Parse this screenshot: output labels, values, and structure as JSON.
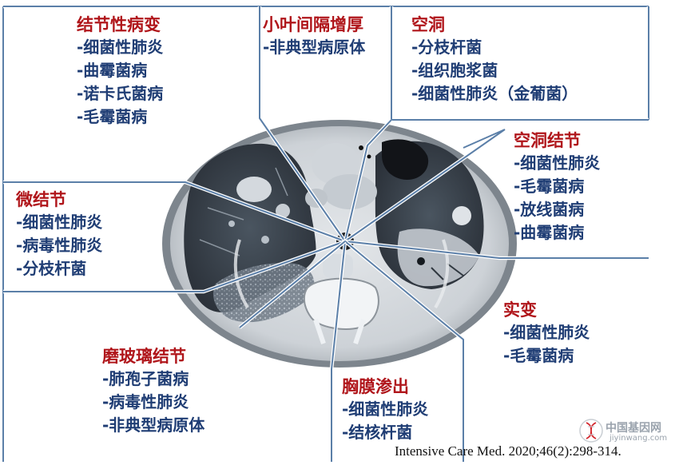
{
  "sections": {
    "nodular": {
      "title": "结节性病变",
      "items": [
        "-细菌性肺炎",
        "-曲霉菌病",
        "-诺卡氏菌病",
        "-毛霉菌病"
      ]
    },
    "interlobular": {
      "title": "小叶间隔增厚",
      "items": [
        "-非典型病原体"
      ]
    },
    "cavity": {
      "title": "空洞",
      "items": [
        "-分枝杆菌",
        "-组织胞浆菌",
        "-细菌性肺炎（金葡菌）"
      ]
    },
    "cavitary_nodule": {
      "title": "空洞结节",
      "items": [
        "-细菌性肺炎",
        "-毛霉菌病",
        "-放线菌病",
        "-曲霉菌病"
      ]
    },
    "micronodule": {
      "title": "微结节",
      "items": [
        "-细菌性肺炎",
        "-病毒性肺炎",
        "-分枝杆菌"
      ]
    },
    "consolidation": {
      "title": "实变",
      "items": [
        "-细菌性肺炎",
        "-毛霉菌病"
      ]
    },
    "ground_glass": {
      "title": "磨玻璃结节",
      "items": [
        "-肺孢子菌病",
        "-病毒性肺炎",
        "-非典型病原体"
      ]
    },
    "pleural": {
      "title": "胸膜渗出",
      "items": [
        "-细菌性肺炎",
        "-结核杆菌"
      ]
    }
  },
  "citation": "Intensive Care Med. 2020;46(2):298-314.",
  "watermark": {
    "cn": "中国基因网",
    "en": "jiyinwang.com"
  },
  "colors": {
    "title": "#b0161b",
    "item": "#1f3d74",
    "connector": "#5b7fa8"
  },
  "icons": {
    "watermark": "dna-helix-icon"
  }
}
